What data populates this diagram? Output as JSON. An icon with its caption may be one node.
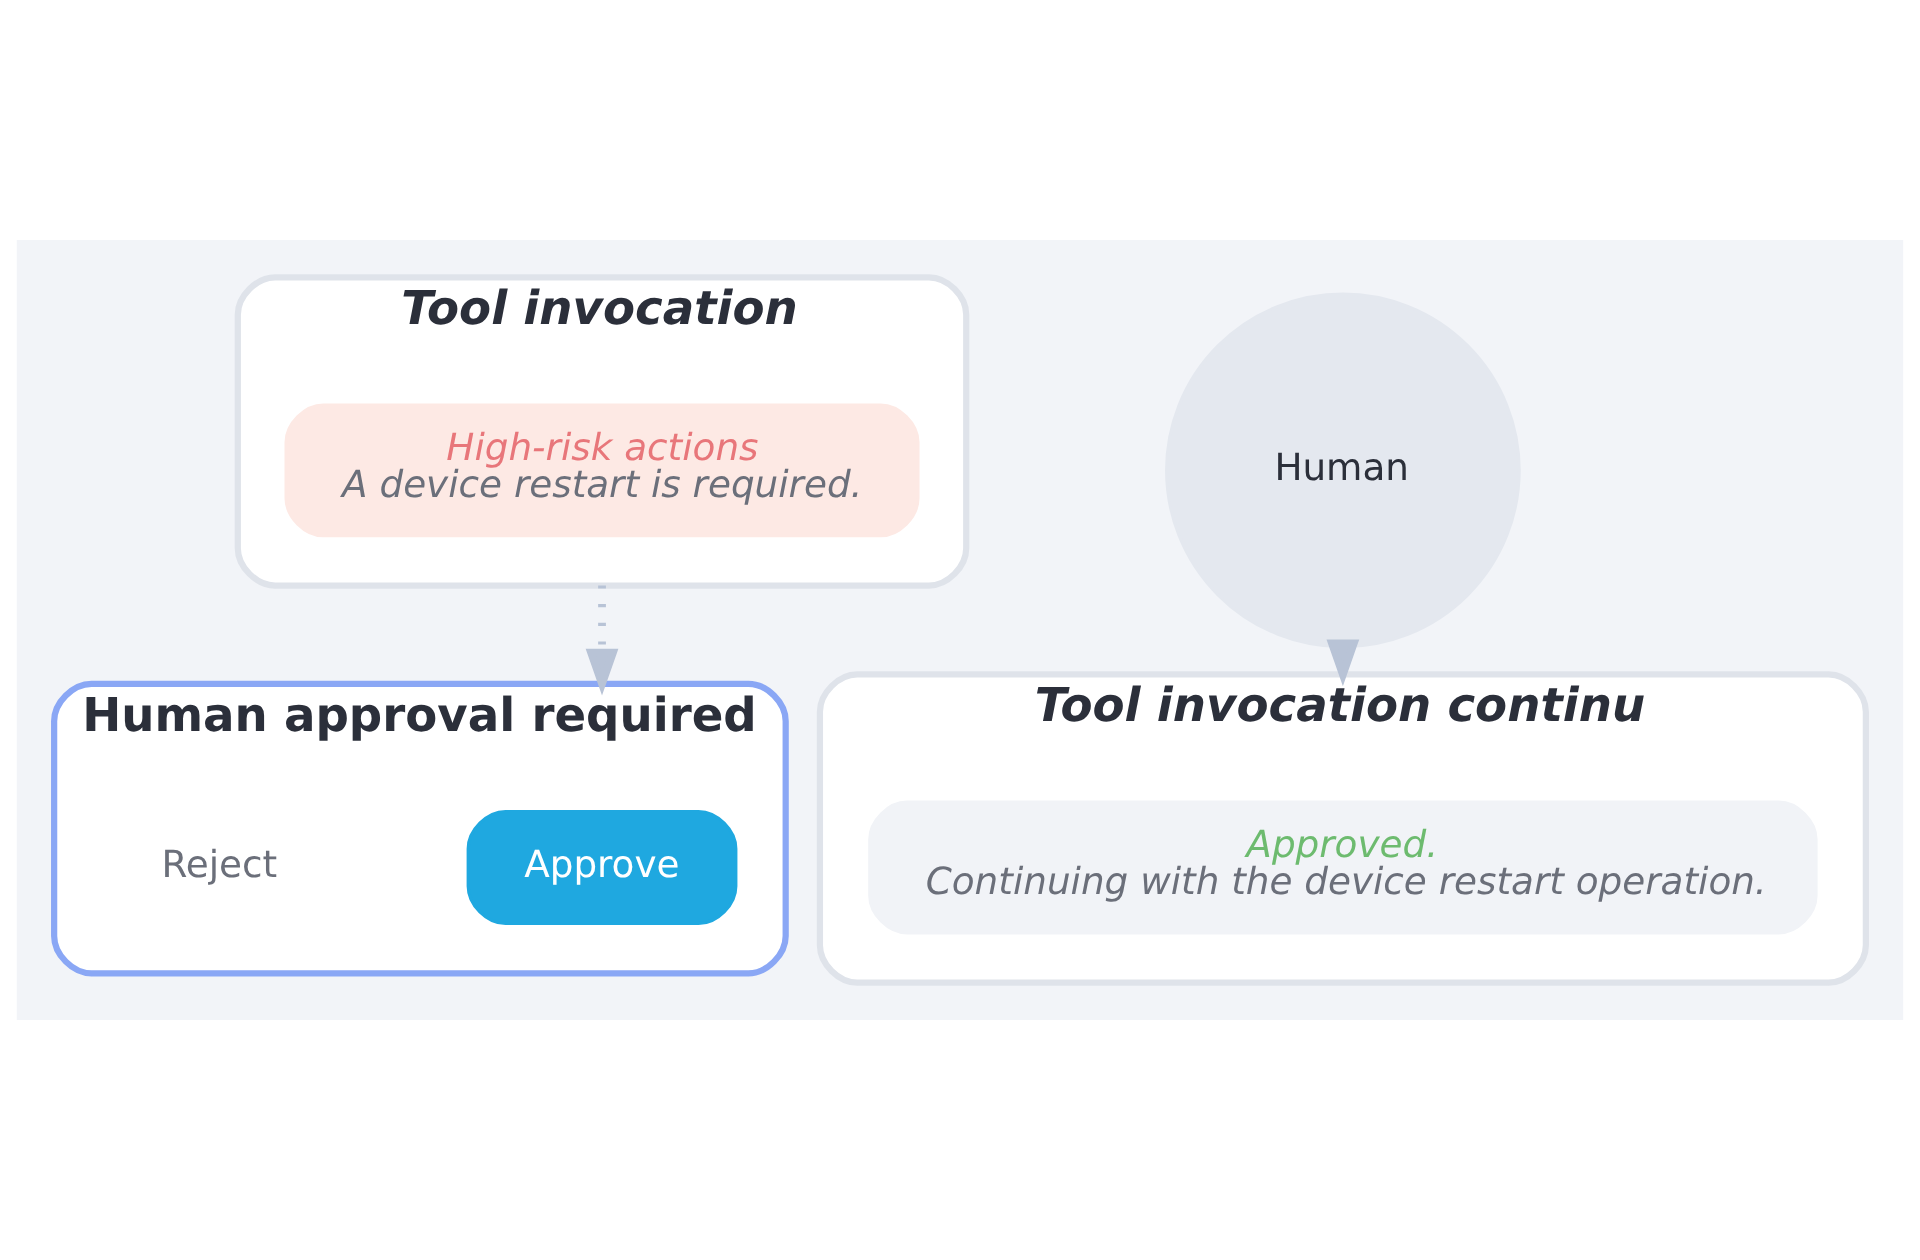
{
  "diagram": {
    "nodes": [
      {
        "text": [
          "Tool invocation"
        ]
      },
      {
        "text": [
          "High-risk actions",
          "A device restart is required."
        ],
        "in": 0
      },
      {
        "text": [
          "Human approval required"
        ]
      },
      {
        "text": [
          "Approve"
        ],
        "in": 2
      },
      {
        "text": [
          "Reject"
        ],
        "in": 2
      },
      {
        "text": [
          "Human"
        ]
      },
      {
        "text": [
          "Tool invocation continu"
        ]
      },
      {
        "text": [
          "Approved.",
          "Continuing with the device restart operation."
        ],
        "in": 6
      }
    ],
    "edges": [
      {
        "from": 0,
        "to": 2,
        "arrow": "to"
      },
      {
        "from": 5,
        "to": 6,
        "arrow": "to"
      }
    ]
  }
}
